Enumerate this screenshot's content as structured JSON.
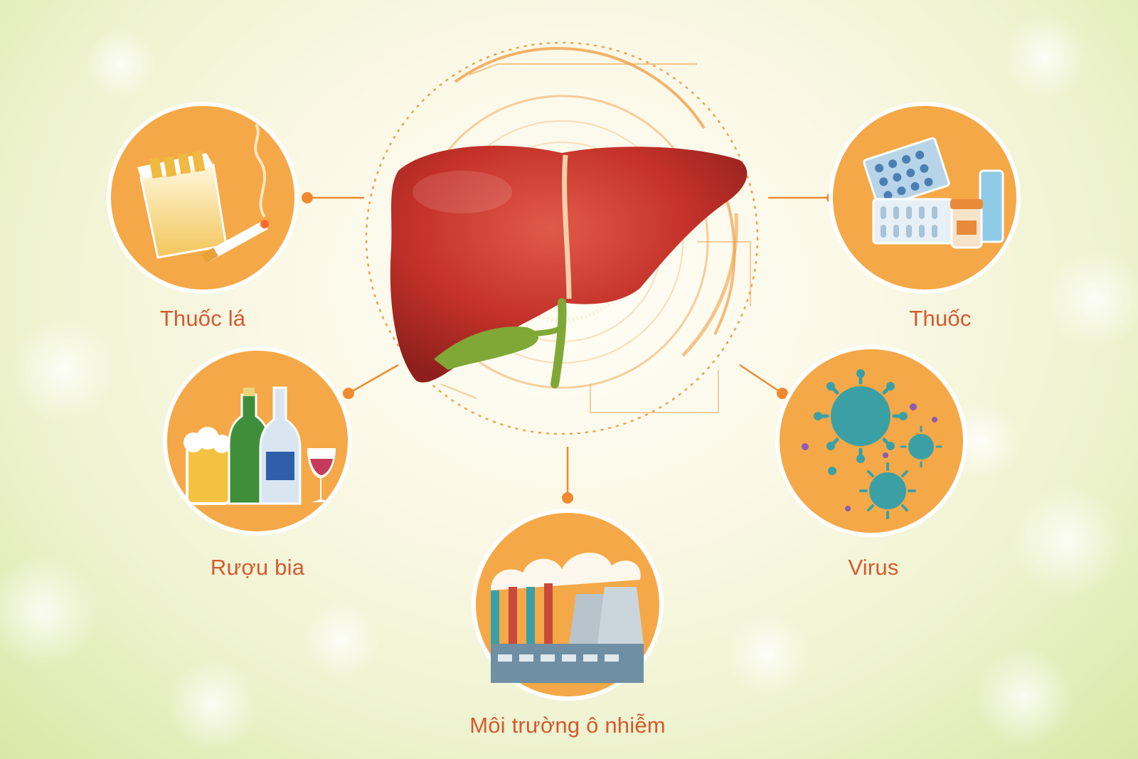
{
  "colors": {
    "accent": "#f5a847",
    "label": "#d4592d",
    "line": "#ef8a2e",
    "liver": "#c4322a",
    "gallbladder": "#7fa836",
    "virus": "#3aa0a6"
  },
  "center": {
    "icon": "liver-icon"
  },
  "factors": [
    {
      "id": "smoking",
      "label": "Thuốc lá",
      "icon": "cigarette-pack-icon"
    },
    {
      "id": "alcohol",
      "label": "Rượu bia",
      "icon": "beer-wine-bottles-icon"
    },
    {
      "id": "pollution",
      "label": "Môi trường ô nhiễm",
      "icon": "factory-smoke-icon"
    },
    {
      "id": "medicine",
      "label": "Thuốc",
      "icon": "pills-icon"
    },
    {
      "id": "virus",
      "label": "Virus",
      "icon": "virus-icon"
    }
  ]
}
